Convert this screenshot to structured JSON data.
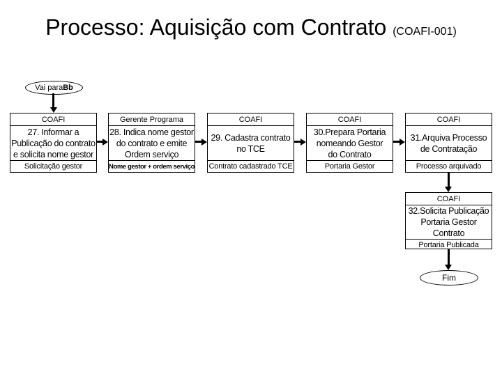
{
  "slide_title": {
    "main": "Processo: Aquisição com Contrato",
    "code": "(COAFI-001)"
  },
  "start_terminator": {
    "text": "Vai para ",
    "text_bold": "Bb"
  },
  "end_terminator": {
    "text": "Fim"
  },
  "process_boxes": [
    {
      "role": "COAFI",
      "task": "27. Informar a\nPublicação do contrato\ne solicita nome gestor",
      "output": "Solicitação gestor"
    },
    {
      "role": "Gerente Programa",
      "task": "28. Indica nome gestor\ndo contrato e emite\nOrdem serviço",
      "output": "Nome gestor + ordem serviço"
    },
    {
      "role": "COAFI",
      "task": "29. Cadastra contrato\nno TCE",
      "output": "Contrato cadastrado TCE"
    },
    {
      "role": "COAFI",
      "task": "30.Prepara Portaria\nnomeando Gestor\ndo Contrato",
      "output": "Portaria Gestor"
    },
    {
      "role": "COAFI",
      "task": "31.Arquiva Processo\nde Contratação",
      "output": "Processo arquivado"
    },
    {
      "role": "COAFI",
      "task": "32.Solicita Publicação\nPortaria Gestor\nContrato",
      "output": "Portaria Publicada"
    }
  ],
  "colors": {
    "background": "#ffffff",
    "line": "#000000",
    "text": "#000000"
  }
}
